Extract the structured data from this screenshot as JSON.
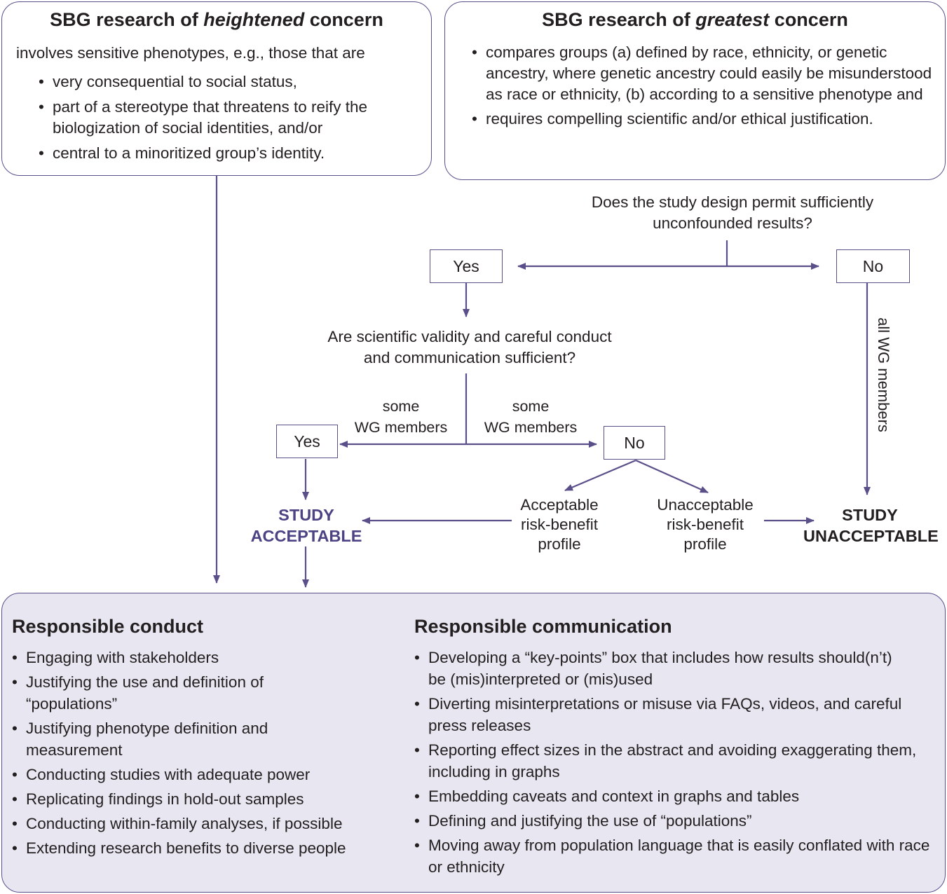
{
  "heightened": {
    "title_pre": "SBG research of ",
    "title_em": "heightened",
    "title_post": " concern",
    "intro": "involves sensitive phenotypes, e.g., those that are",
    "bullets": [
      "very consequential to social status,",
      "part of a stereotype that threatens to reify the biologization of social identities, and/or",
      "central to a minoritized group’s identity."
    ]
  },
  "greatest": {
    "title_pre": "SBG research of ",
    "title_em": "greatest",
    "title_post": " concern",
    "bullets": [
      "compares groups (a) defined by race, ethnicity, or genetic ancestry, where genetic ancestry could easily be misunderstood as race or ethnicity, (b) according to a sensitive phenotype and",
      "requires compelling scientific and/or ethical justification."
    ]
  },
  "flow": {
    "question1": [
      "Does the study design permit sufficiently",
      "unconfounded results?"
    ],
    "yes1": "Yes",
    "no1": "No",
    "all_wg": "all WG members",
    "question2": [
      "Are scientific validity and careful conduct",
      "and communication sufficient?"
    ],
    "some_wg_left": [
      "some",
      "WG members"
    ],
    "some_wg_right": [
      "some",
      "WG members"
    ],
    "yes2": "Yes",
    "no2": "No",
    "acceptable_profile": [
      "Acceptable",
      "risk-benefit",
      "profile"
    ],
    "unacceptable_profile": [
      "Unacceptable",
      "risk-benefit",
      "profile"
    ],
    "study_acceptable": [
      "STUDY",
      "ACCEPTABLE"
    ],
    "study_unacceptable": [
      "STUDY",
      "UNACCEPTABLE"
    ]
  },
  "colors": {
    "accent": "#5b4f8a",
    "accent_text": "#4b4384",
    "bottom_fill": "#e8e6f1",
    "text": "#231f20"
  },
  "responsible": {
    "conduct_title": "Responsible conduct",
    "conduct_items": [
      "Engaging with stakeholders",
      "Justifying the use and definition of “populations”",
      "Justifying phenotype definition and measurement",
      "Conducting studies with adequate power",
      "Replicating findings in hold-out samples",
      "Conducting within-family analyses, if possible",
      "Extending research benefits to diverse people"
    ],
    "communication_title": "Responsible communication",
    "communication_items": [
      "Developing a “key-points” box that includes how results should(n’t) be (mis)interpreted or (mis)used",
      "Diverting misinterpretations or misuse via FAQs, videos, and careful press releases",
      "Reporting effect sizes in the abstract and avoiding exaggerating them, including in graphs",
      "Embedding caveats and context in graphs and tables",
      "Defining and justifying the use of “populations”",
      "Moving away from population language that is easily conflated with race or ethnicity"
    ]
  }
}
